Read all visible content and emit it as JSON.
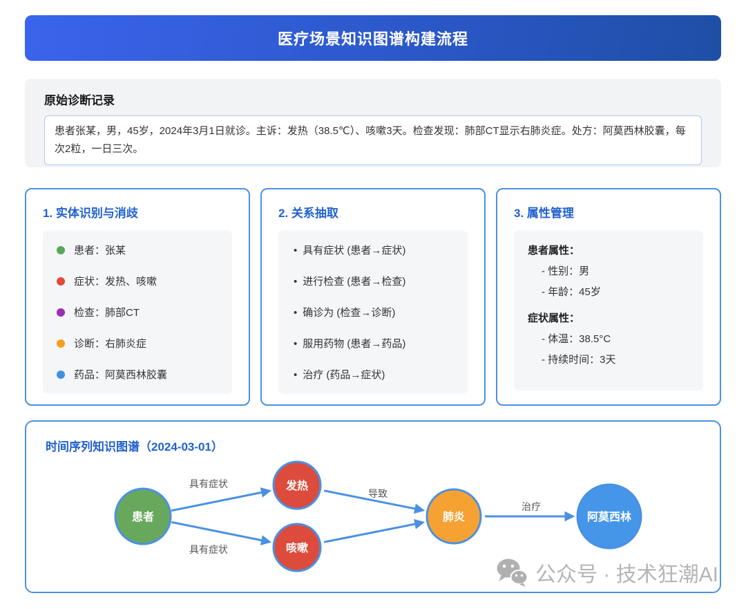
{
  "header": {
    "title": "医疗场景知识图谱构建流程"
  },
  "record": {
    "title": "原始诊断记录",
    "text": "患者张某，男，45岁，2024年3月1日就诊。主诉：发热（38.5℃）、咳嗽3天。检查发现：肺部CT显示右肺炎症。处方：阿莫西林胶囊，每次2粒，一日三次。"
  },
  "cards": [
    {
      "title": "1. 实体识别与消歧",
      "entities": [
        {
          "label": "患者：张某",
          "color": "#5aa75a"
        },
        {
          "label": "症状：发热、咳嗽",
          "color": "#e04b3b"
        },
        {
          "label": "检查：肺部CT",
          "color": "#9d2db3"
        },
        {
          "label": "诊断：右肺炎症",
          "color": "#f5a01e"
        },
        {
          "label": "药品：阿莫西林胶囊",
          "color": "#4191e2"
        }
      ]
    },
    {
      "title": "2. 关系抽取",
      "relations": [
        "具有症状 (患者→症状)",
        "进行检查 (患者→检查)",
        "确诊为 (检查→诊断)",
        "服用药物 (患者→药品)",
        "治疗 (药品→症状)"
      ]
    },
    {
      "title": "3. 属性管理",
      "groups": [
        {
          "title": "患者属性：",
          "items": [
            "- 性别：男",
            "- 年龄：45岁"
          ]
        },
        {
          "title": "症状属性：",
          "items": [
            "- 体温：38.5°C",
            "- 持续时间：3天"
          ]
        }
      ]
    }
  ],
  "graph": {
    "title": "时间序列知识图谱（2024-03-01）",
    "edge_color": "#4a90e2",
    "node_border_color": "#4a90e2",
    "nodes": [
      {
        "label": "患者",
        "color": "#68a85c"
      },
      {
        "label": "发热",
        "color": "#dd4b3c"
      },
      {
        "label": "咳嗽",
        "color": "#dd4b3c"
      },
      {
        "label": "肺炎",
        "color": "#f5a233"
      },
      {
        "label": "阿莫西林",
        "color": "#4596e8"
      }
    ],
    "edges": [
      {
        "from": "患者",
        "to": "发热",
        "label": "具有症状"
      },
      {
        "from": "患者",
        "to": "咳嗽",
        "label": "具有症状"
      },
      {
        "from": "发热",
        "to": "肺炎",
        "label": "导致"
      },
      {
        "from": "咳嗽",
        "to": "肺炎",
        "label": ""
      },
      {
        "from": "肺炎",
        "to": "阿莫西林",
        "label": "治疗"
      }
    ]
  },
  "watermark": {
    "icon": "wechat-icon",
    "text": "公众号 · 技术狂潮AI"
  }
}
